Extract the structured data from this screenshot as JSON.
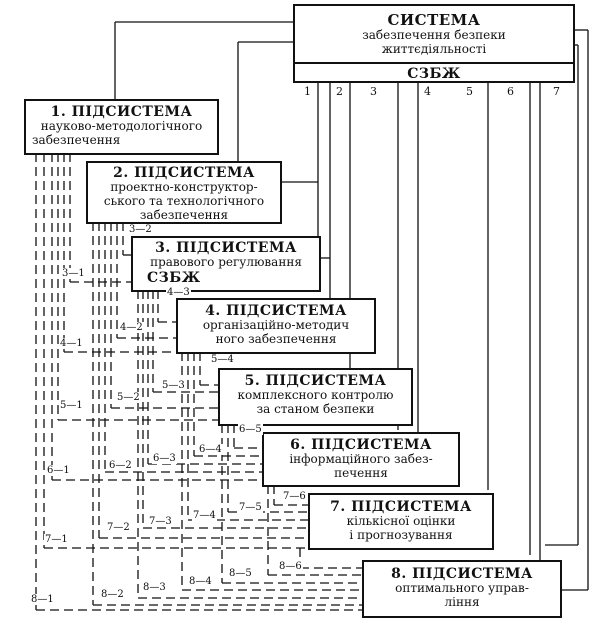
{
  "system": {
    "title": "СИСТЕМА",
    "line1": "забезпечення безпеки",
    "line2": "життєдіяльності",
    "abbr": "СЗБЖ",
    "columns": [
      "1",
      "2",
      "3",
      "4",
      "5",
      "6",
      "7"
    ]
  },
  "subsystems": [
    {
      "title": "1. ПІДСИСТЕМА",
      "lines": [
        "науково-методологічного",
        "забезпечення"
      ]
    },
    {
      "title": "2. ПІДСИСТЕМА",
      "lines": [
        "проектно-конструктор-",
        "ського та технологічного",
        "забезпечення"
      ]
    },
    {
      "title": "3. ПІДСИСТЕМА",
      "lines": [
        "правового регулювання",
        "СЗБЖ"
      ]
    },
    {
      "title": "4. ПІДСИСТЕМА",
      "lines": [
        "організаційно-методич",
        "ного забезпечення"
      ]
    },
    {
      "title": "5. ПІДСИСТЕМА",
      "lines": [
        "комплексного контролю",
        "за станом безпеки"
      ]
    },
    {
      "title": "6. ПІДСИСТЕМА",
      "lines": [
        "інформаційного забез-",
        "печення"
      ]
    },
    {
      "title": "7. ПІДСИСТЕМА",
      "lines": [
        "кількісної оцінки",
        "і прогнозування"
      ]
    },
    {
      "title": "8. ПІДСИСТЕМА",
      "lines": [
        "оптимального управ-",
        "ління"
      ]
    }
  ],
  "links": [
    "3—2",
    "3—1",
    "4—3",
    "4—2",
    "4—1",
    "5—4",
    "5—3",
    "5—2",
    "5—1",
    "6—5",
    "6—4",
    "6—3",
    "6—2",
    "6—1",
    "7—6",
    "7—5",
    "7—4",
    "7—3",
    "7—2",
    "7—1",
    "8—6",
    "8—5",
    "8—4",
    "8—3",
    "8—2",
    "8—1"
  ]
}
